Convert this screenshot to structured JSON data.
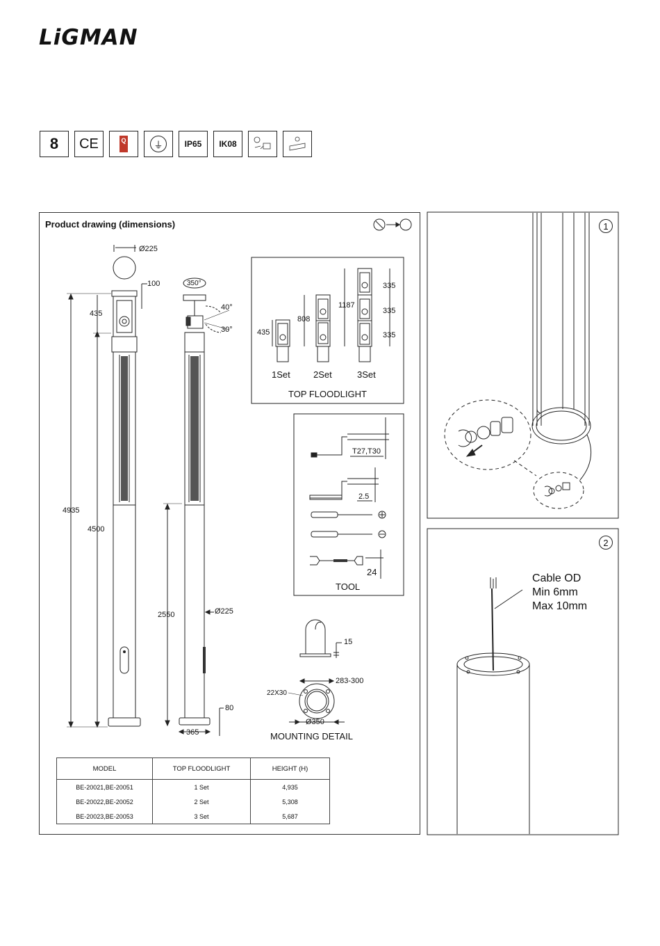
{
  "brand": "LiGMAN",
  "certifications": [
    "8",
    "CE",
    "Q",
    "⏚",
    "IP65",
    "IK08",
    "",
    ""
  ],
  "panel_main": {
    "title": "Product drawing (dimensions)",
    "front": {
      "top_diameter": "Ø225",
      "cap": "100",
      "head": "435",
      "total": "4935",
      "body": "4500"
    },
    "side": {
      "rotation": "350°",
      "tilt_up": "40°",
      "tilt_down": "30°",
      "door": "2550",
      "diameter": "Ø225",
      "base": "80",
      "base_width": "365"
    },
    "floodlight": {
      "title": "TOP FLOODLIGHT",
      "sets": [
        "1Set",
        "2Set",
        "3Set"
      ],
      "dims": {
        "one": "435",
        "two": "808",
        "three": "1187",
        "unit_a": "335",
        "unit_b": "335",
        "unit_c": "335"
      }
    },
    "tools": {
      "title": "TOOL",
      "torx": "T27,T30",
      "hex": "2.5",
      "wrench": "24"
    },
    "mounting": {
      "title": "MOUNTING DETAIL",
      "plate": "15",
      "bolt_spacing": "283-300",
      "slot": "22X30",
      "diameter": "Ø350"
    },
    "table": {
      "headers": [
        "MODEL",
        "TOP FLOODLIGHT",
        "HEIGHT (H)"
      ],
      "rows": [
        {
          "model": "BE-20021,BE-20051",
          "sets": "1 Set",
          "height": "4,935"
        },
        {
          "model": "BE-20022,BE-20052",
          "sets": "2 Set",
          "height": "5,308"
        },
        {
          "model": "BE-20023,BE-20053",
          "sets": "3 Set",
          "height": "5,687"
        }
      ]
    }
  },
  "panel_step1": {
    "step": "1"
  },
  "panel_step2": {
    "step": "2",
    "cable_lines": [
      "Cable OD",
      "Min 6mm",
      "Max 10mm"
    ]
  }
}
